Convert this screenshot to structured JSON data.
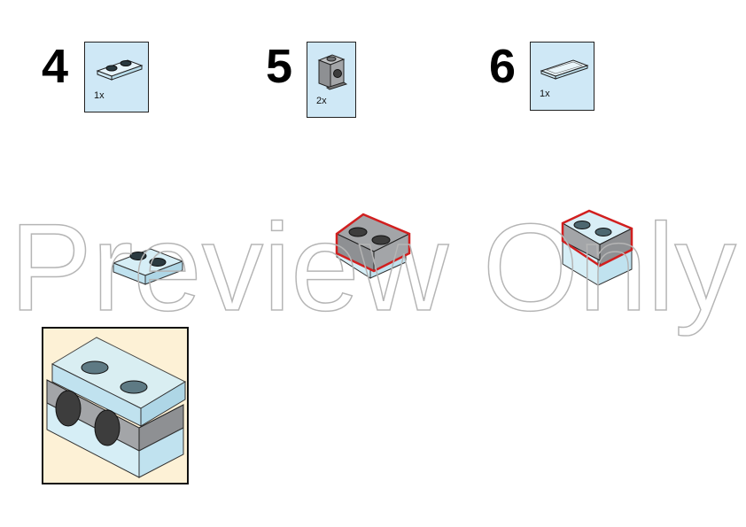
{
  "steps": [
    {
      "number": "4",
      "parts_qty": "1x",
      "part_icon": "plate-1x2-icon"
    },
    {
      "number": "5",
      "parts_qty": "2x",
      "part_icon": "bracket-brick-icon"
    },
    {
      "number": "6",
      "parts_qty": "1x",
      "part_icon": "tile-1x2-icon"
    }
  ],
  "watermark": "Preview Only",
  "colors": {
    "parts_bg": "#cfe8f6",
    "callout_bg": "#fdf1d6",
    "highlight": "#d11f1f",
    "brick_gray": "#a3a5a8",
    "brick_dark": "#3d3d3d",
    "transparent_blue": "#d6eef6"
  }
}
